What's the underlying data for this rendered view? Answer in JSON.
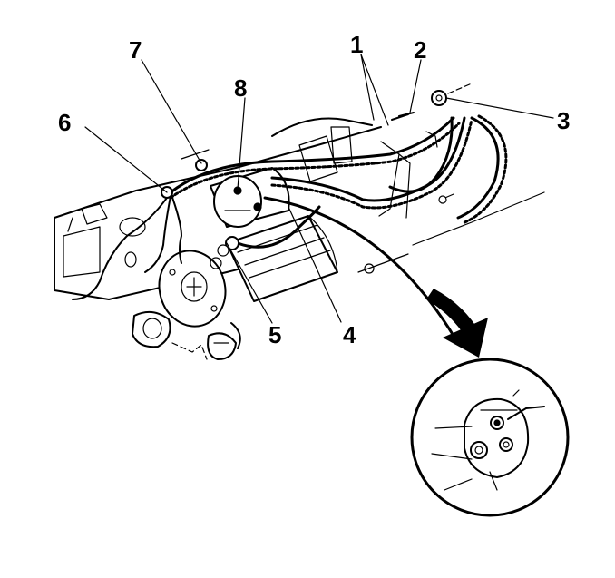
{
  "figure": {
    "callouts": {
      "c1": "1",
      "c2": "2",
      "c3": "3",
      "c4": "4",
      "c5": "5",
      "c6": "6",
      "c7": "7",
      "c8": "8"
    },
    "detail_view": "starter-terminal-closeup"
  },
  "colors": {
    "line": "#000000",
    "background": "#ffffff"
  }
}
